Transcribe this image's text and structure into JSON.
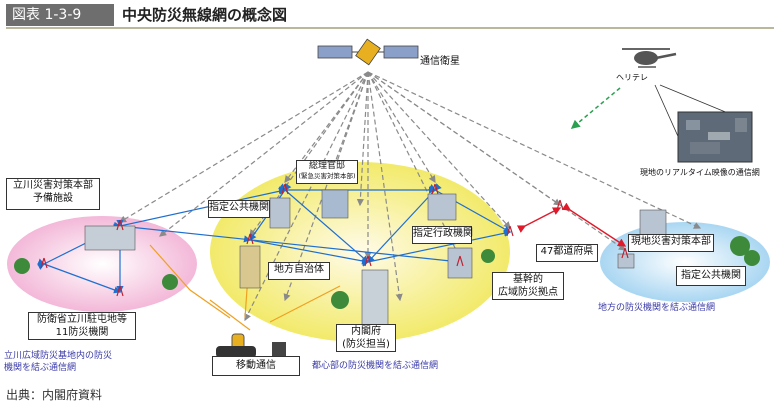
{
  "header": {
    "figure_number": "図表 1-3-9",
    "title": "中央防災無線網の概念図"
  },
  "labels": {
    "satellite": "通信衛星",
    "helicopter": "ヘリテレ",
    "realtime_video": "現地のリアルタイム映像の通信網",
    "tachikawa_hq": [
      "立川災害対策本部",
      "予備施設"
    ],
    "cabinet_secretariat": [
      "総理官邸",
      "(緊急災害対策本部)"
    ],
    "designated_public_org_left": "指定公共機関",
    "designated_admin_org": "指定行政機関",
    "local_government": "地方自治体",
    "cabinet_office": [
      "内閣府",
      "(防災担当)"
    ],
    "mobile_comm": "移動通信",
    "base_wide_area": [
      "基幹的",
      "広域防災拠点"
    ],
    "prefectures_47": "47都道府県",
    "onsite_hq": "現地災害対策本部",
    "designated_public_org_right": "指定公共機関",
    "mod_tachikawa": [
      "防衛省立川駐屯地等",
      "11防災機関"
    ]
  },
  "captions": {
    "tachikawa_network": [
      "立川広域防災基地内の防災",
      "機関を結ぶ通信網"
    ],
    "urban_network": "都心部の防災機関を結ぶ通信網",
    "regional_network": "地方の防災機関を結ぶ通信網"
  },
  "source": "出典：内閣府資料",
  "colors": {
    "header_badge": "#6e6e6e",
    "satellite_link": "#8a8a8a",
    "terrestrial_link": "#1f6fd0",
    "mobile_link": "#f0a020",
    "heli_link": "#2aa050",
    "base_link": "#e01a2a",
    "caption_text": "#3a3aa8"
  }
}
